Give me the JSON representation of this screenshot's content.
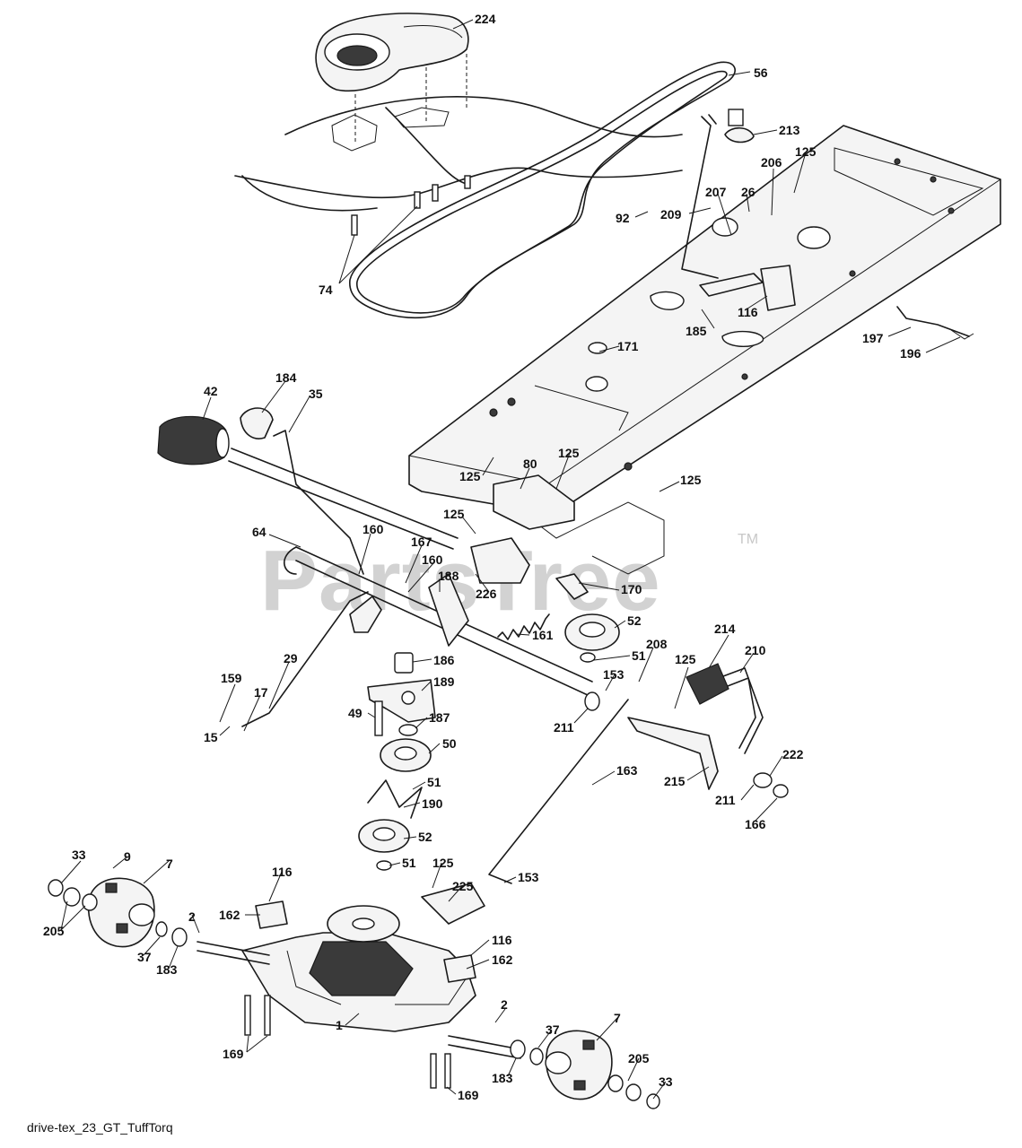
{
  "watermark": {
    "text": "PartsTree",
    "trademark": "TM"
  },
  "footer": {
    "caption": "drive-tex_23_GT_TuffTorq"
  },
  "callouts": [
    {
      "id": "c224",
      "text": "224"
    },
    {
      "id": "c56",
      "text": "56"
    },
    {
      "id": "c213",
      "text": "213"
    },
    {
      "id": "c125a",
      "text": "125"
    },
    {
      "id": "c206",
      "text": "206"
    },
    {
      "id": "c207",
      "text": "207"
    },
    {
      "id": "c26",
      "text": "26"
    },
    {
      "id": "c209",
      "text": "209"
    },
    {
      "id": "c92",
      "text": "92"
    },
    {
      "id": "c74",
      "text": "74"
    },
    {
      "id": "c116a",
      "text": "116"
    },
    {
      "id": "c185",
      "text": "185"
    },
    {
      "id": "c197",
      "text": "197"
    },
    {
      "id": "c196",
      "text": "196"
    },
    {
      "id": "c171",
      "text": "171"
    },
    {
      "id": "c184",
      "text": "184"
    },
    {
      "id": "c42",
      "text": "42"
    },
    {
      "id": "c35",
      "text": "35"
    },
    {
      "id": "c125b",
      "text": "125"
    },
    {
      "id": "c80",
      "text": "80"
    },
    {
      "id": "c125c",
      "text": "125"
    },
    {
      "id": "c125d",
      "text": "125"
    },
    {
      "id": "c125e",
      "text": "125"
    },
    {
      "id": "c64",
      "text": "64"
    },
    {
      "id": "c160a",
      "text": "160"
    },
    {
      "id": "c167",
      "text": "167"
    },
    {
      "id": "c160b",
      "text": "160"
    },
    {
      "id": "c188",
      "text": "188"
    },
    {
      "id": "c226",
      "text": "226"
    },
    {
      "id": "c170",
      "text": "170"
    },
    {
      "id": "c52a",
      "text": "52"
    },
    {
      "id": "c161",
      "text": "161"
    },
    {
      "id": "c51a",
      "text": "51"
    },
    {
      "id": "c214",
      "text": "214"
    },
    {
      "id": "c210",
      "text": "210"
    },
    {
      "id": "c208",
      "text": "208"
    },
    {
      "id": "c125f",
      "text": "125"
    },
    {
      "id": "c186",
      "text": "186"
    },
    {
      "id": "c153a",
      "text": "153"
    },
    {
      "id": "c29",
      "text": "29"
    },
    {
      "id": "c159",
      "text": "159"
    },
    {
      "id": "c189",
      "text": "189"
    },
    {
      "id": "c17",
      "text": "17"
    },
    {
      "id": "c49",
      "text": "49"
    },
    {
      "id": "c187",
      "text": "187"
    },
    {
      "id": "c211a",
      "text": "211"
    },
    {
      "id": "c15",
      "text": "15"
    },
    {
      "id": "c50",
      "text": "50"
    },
    {
      "id": "c163",
      "text": "163"
    },
    {
      "id": "c222",
      "text": "222"
    },
    {
      "id": "c215",
      "text": "215"
    },
    {
      "id": "c211b",
      "text": "211"
    },
    {
      "id": "c51b",
      "text": "51"
    },
    {
      "id": "c190",
      "text": "190"
    },
    {
      "id": "c166",
      "text": "166"
    },
    {
      "id": "c52b",
      "text": "52"
    },
    {
      "id": "c51c",
      "text": "51"
    },
    {
      "id": "c33a",
      "text": "33"
    },
    {
      "id": "c9",
      "text": "9"
    },
    {
      "id": "c7a",
      "text": "7"
    },
    {
      "id": "c116b",
      "text": "116"
    },
    {
      "id": "c125g",
      "text": "125"
    },
    {
      "id": "c225",
      "text": "225"
    },
    {
      "id": "c153b",
      "text": "153"
    },
    {
      "id": "c162a",
      "text": "162"
    },
    {
      "id": "c2a",
      "text": "2"
    },
    {
      "id": "c205a",
      "text": "205"
    },
    {
      "id": "c37a",
      "text": "37"
    },
    {
      "id": "c183a",
      "text": "183"
    },
    {
      "id": "c116c",
      "text": "116"
    },
    {
      "id": "c162b",
      "text": "162"
    },
    {
      "id": "c2b",
      "text": "2"
    },
    {
      "id": "c1",
      "text": "1"
    },
    {
      "id": "c37b",
      "text": "37"
    },
    {
      "id": "c7b",
      "text": "7"
    },
    {
      "id": "c169a",
      "text": "169"
    },
    {
      "id": "c205b",
      "text": "205"
    },
    {
      "id": "c183b",
      "text": "183"
    },
    {
      "id": "c33b",
      "text": "33"
    },
    {
      "id": "c169b",
      "text": "169"
    }
  ]
}
